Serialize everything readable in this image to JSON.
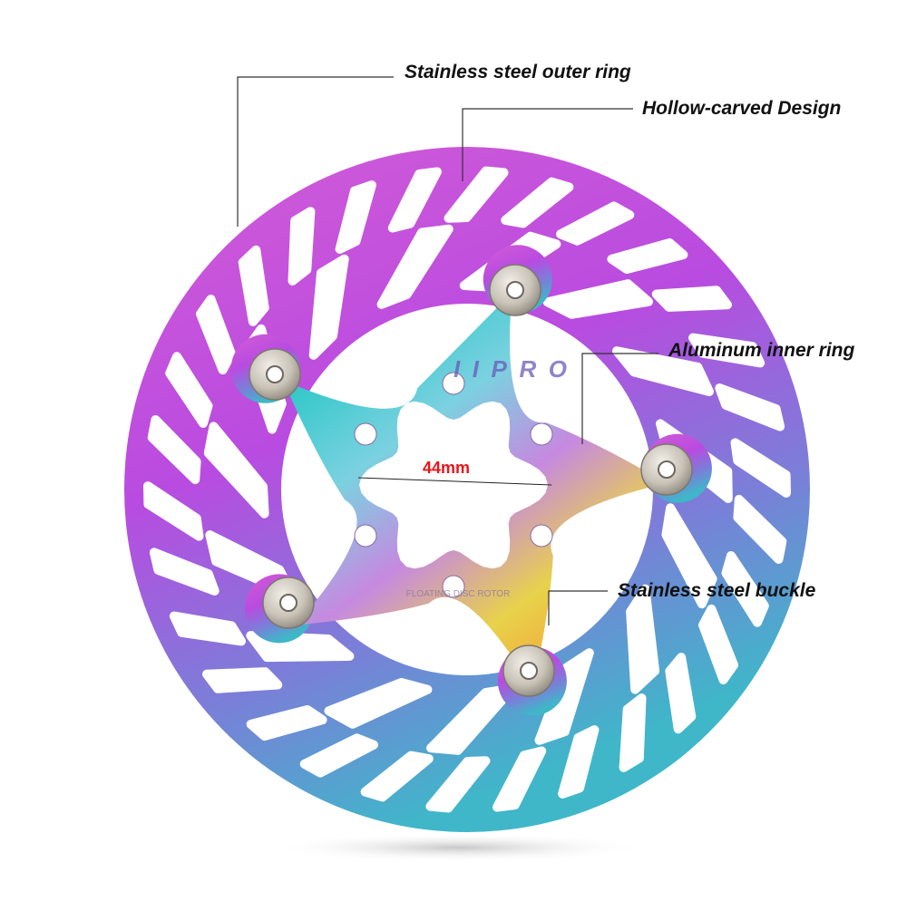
{
  "labels": {
    "outer_ring": "Stainless steel outer ring",
    "hollow": "Hollow-carved Design",
    "inner_ring": "Aluminum inner ring",
    "buckle": "Stainless steel buckle"
  },
  "dimension": {
    "text": "44mm",
    "color": "#e8141b"
  },
  "rotor": {
    "logo": "IIPRO",
    "inner_text": "FLOATING DISC ROTOR",
    "outer_gradient": [
      "#d35cd6",
      "#b94be0",
      "#7a7fd8",
      "#3fb7c9"
    ],
    "inner_gradient": [
      "#27c7c6",
      "#7bd1e0",
      "#c689e0",
      "#e8d24a",
      "#f3a53a"
    ]
  },
  "colors": {
    "leader_line": "#333333",
    "label_text": "#111111"
  }
}
